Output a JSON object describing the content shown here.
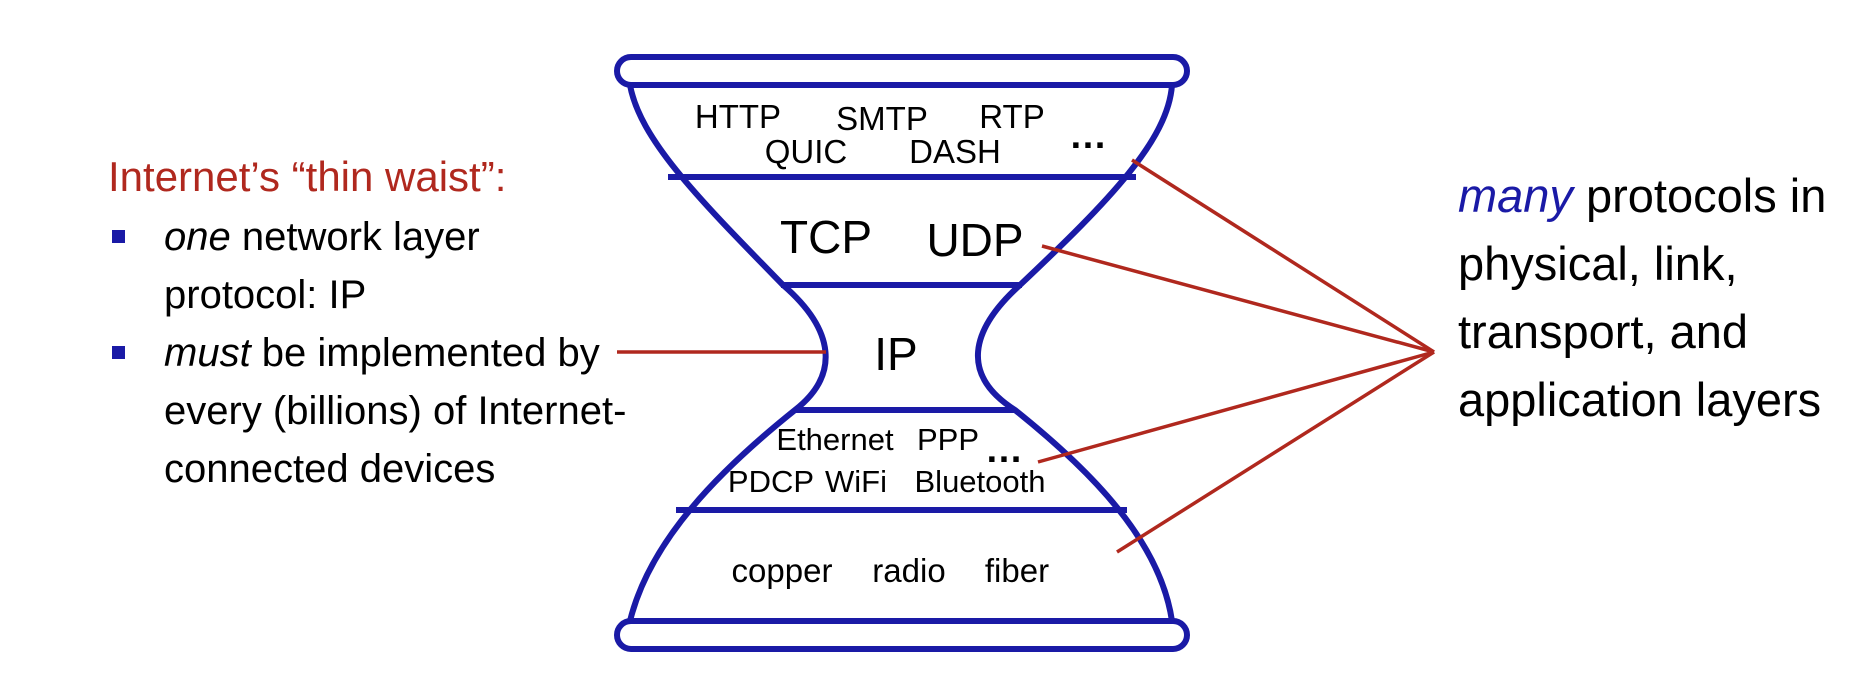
{
  "left_panel": {
    "title": "Internet’s “thin waist”:",
    "bullets": [
      {
        "emphasis": "one",
        "text": " network layer protocol: IP"
      },
      {
        "emphasis": "must",
        "text": " be implemented by every (billions) of Internet-connected devices"
      }
    ]
  },
  "right_panel": {
    "emphasis": "many",
    "text": " protocols in physical, link, transport, and application layers"
  },
  "layers": {
    "application": [
      "HTTP",
      "SMTP",
      "RTP",
      "QUIC",
      "DASH",
      "…"
    ],
    "transport": [
      "TCP",
      "UDP"
    ],
    "network": [
      "IP"
    ],
    "link": [
      "Ethernet",
      "PPP",
      "…",
      "PDCP",
      "WiFi",
      "Bluetooth"
    ],
    "physical": [
      "copper",
      "radio",
      "fiber"
    ]
  },
  "colors": {
    "outline": "#1a1aa6",
    "connector": "#b0281e",
    "title": "#b0281e",
    "emphasis_many": "#1a1aa6"
  }
}
